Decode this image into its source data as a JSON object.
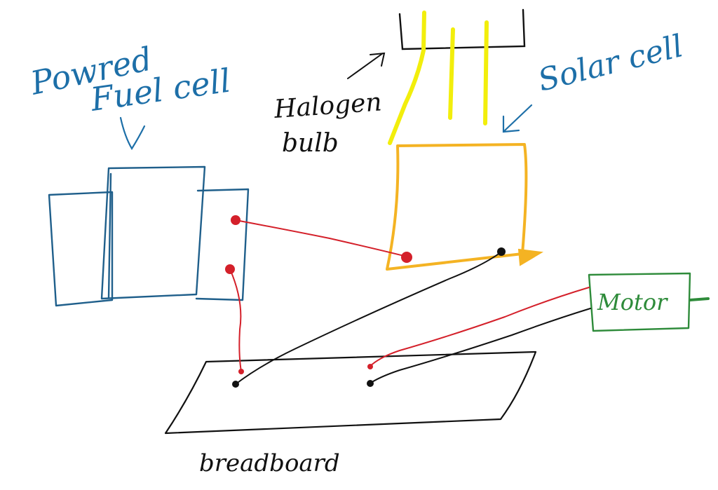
{
  "labels": {
    "fuel_cell_line1": "Powred",
    "fuel_cell_line2": "Fuel cell",
    "halogen_line1": "Halogen",
    "halogen_line2": "bulb",
    "solar_cell": "Solar cell",
    "motor": "Motor",
    "breadboard": "breadboard"
  },
  "colors": {
    "fuel_cell": "#1f5f8b",
    "wire_red": "#d4202a",
    "wire_black": "#111111",
    "solar_frame": "#f4b323",
    "light_beam": "#f2ee0c",
    "motor": "#2e8b3a",
    "ink": "#111111",
    "blue_ink": "#1d6fa8"
  }
}
